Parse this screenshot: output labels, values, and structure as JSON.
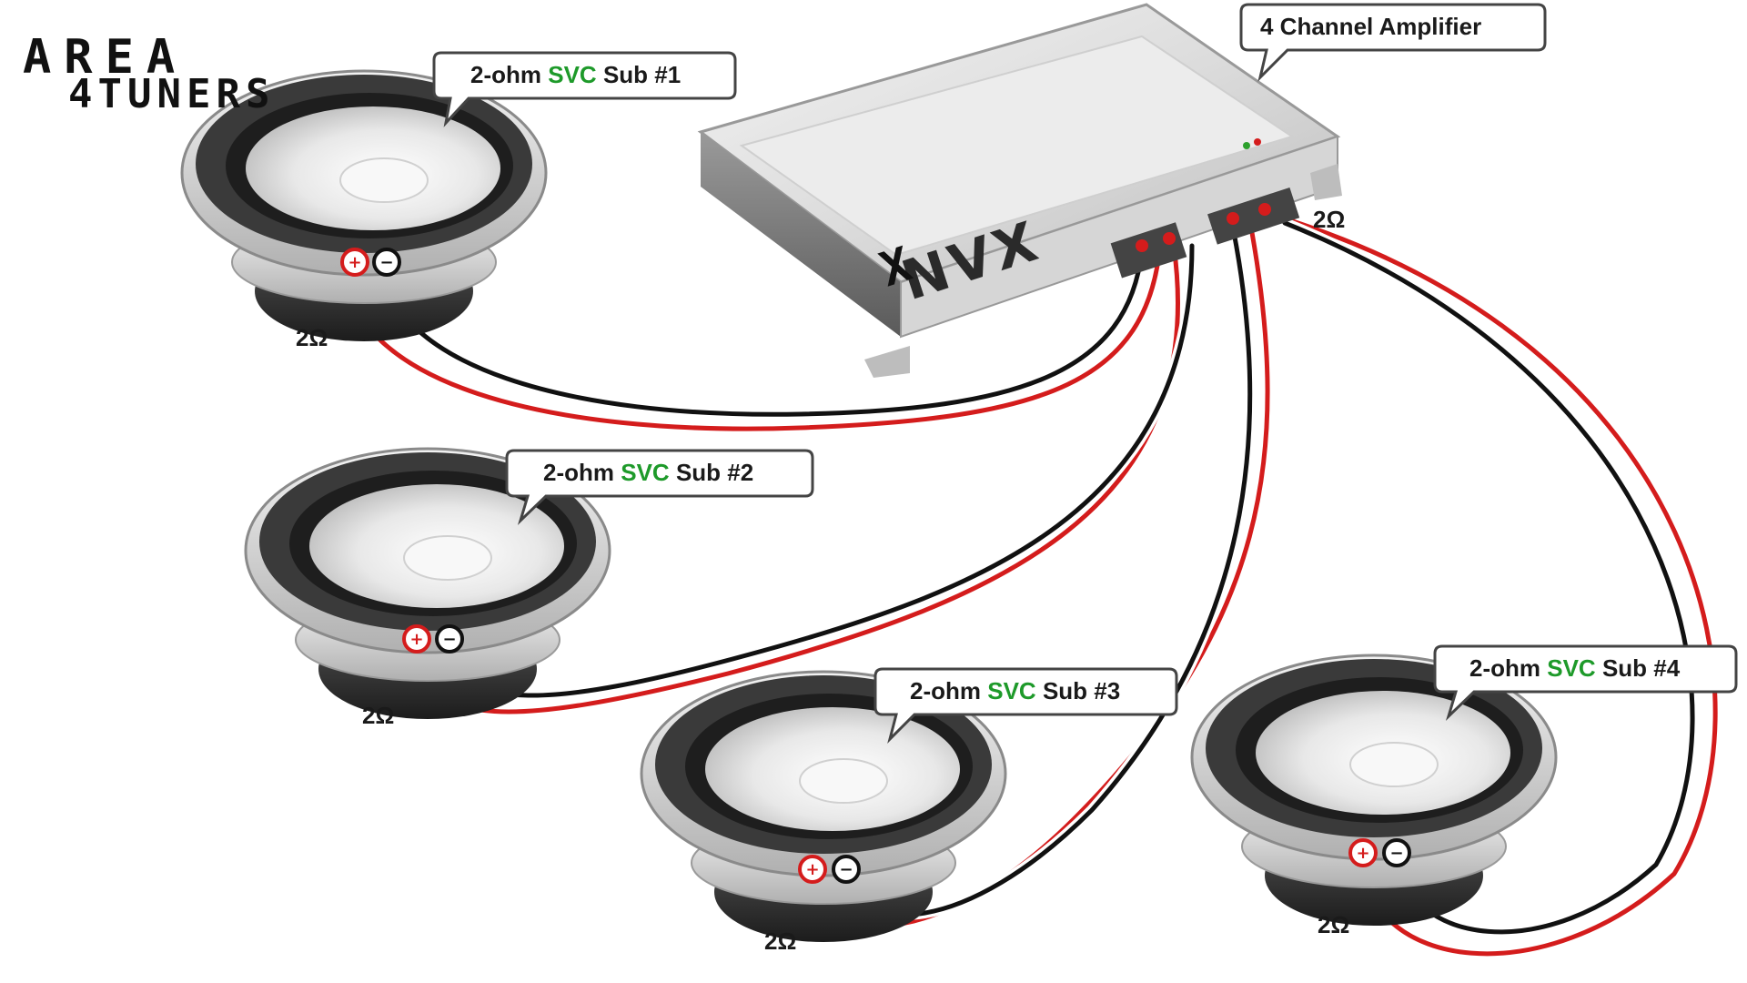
{
  "watermark": {
    "line1": "AREA",
    "line2": "4TUNERS"
  },
  "amplifier": {
    "label": "4 Channel Amplifier",
    "brand": "NVX",
    "impedance": "2Ω"
  },
  "subwoofers": [
    {
      "label_prefix": "2-ohm",
      "label_highlight": "SVC",
      "label_suffix": "Sub #1",
      "impedance": "2Ω"
    },
    {
      "label_prefix": "2-ohm",
      "label_highlight": "SVC",
      "label_suffix": "Sub #2",
      "impedance": "2Ω"
    },
    {
      "label_prefix": "2-ohm",
      "label_highlight": "SVC",
      "label_suffix": "Sub #3",
      "impedance": "2Ω"
    },
    {
      "label_prefix": "2-ohm",
      "label_highlight": "SVC",
      "label_suffix": "Sub #4",
      "impedance": "2Ω"
    }
  ],
  "terminals": {
    "positive": "+",
    "negative": "−"
  },
  "colors": {
    "positive_wire": "#d41c1c",
    "negative_wire": "#111111",
    "highlight_text": "#1e9a2a"
  }
}
